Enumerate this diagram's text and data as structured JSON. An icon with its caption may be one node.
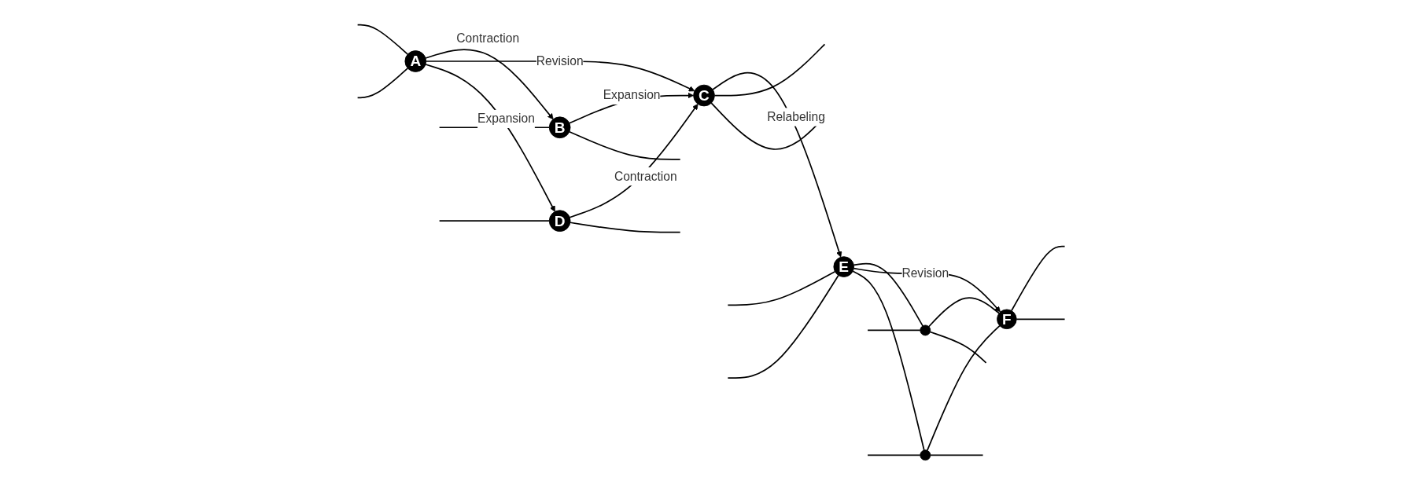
{
  "diagram": {
    "nodes": [
      {
        "text": [
          "A"
        ]
      },
      {
        "text": [
          "B"
        ]
      },
      {
        "text": [
          "C"
        ]
      },
      {
        "text": [
          "D"
        ]
      },
      {
        "text": [
          "E"
        ]
      },
      {
        "text": [],
        "shape": "circle"
      },
      {
        "text": [
          "F"
        ]
      },
      {
        "text": [],
        "shape": "circle"
      }
    ],
    "edges": [
      {
        "from": 0,
        "to": 1,
        "arrow": "to",
        "label": "Contraction"
      },
      {
        "from": 1,
        "to": 2,
        "arrow": "to",
        "label": "Expansion"
      },
      {
        "from": 0,
        "to": 2,
        "arrow": "to",
        "label": "Revision"
      },
      {
        "from": 0,
        "to": 3,
        "arrow": "to",
        "label": "Expansion"
      },
      {
        "from": 3,
        "to": 2,
        "arrow": "to",
        "label": "Contraction"
      },
      {
        "from": 2,
        "to": 4,
        "arrow": "to",
        "label": "Relabeling"
      },
      {
        "from": 4,
        "to": 5,
        "arrow": "none"
      },
      {
        "from": 5,
        "to": 6,
        "arrow": "none"
      },
      {
        "from": 4,
        "to": 6,
        "arrow": "to",
        "label": "Revision"
      },
      {
        "from": 4,
        "to": 7,
        "arrow": "none"
      },
      {
        "from": 7,
        "to": 6,
        "arrow": "none"
      },
      {
        "from": null,
        "to": 0,
        "arrow": "none"
      },
      {
        "from": null,
        "to": 0,
        "arrow": "none"
      },
      {
        "from": null,
        "to": 1,
        "arrow": "none"
      },
      {
        "from": 1,
        "to": null,
        "arrow": "none"
      },
      {
        "from": 2,
        "to": null,
        "arrow": "none"
      },
      {
        "from": 2,
        "to": null,
        "arrow": "none"
      },
      {
        "from": null,
        "to": 3,
        "arrow": "none"
      },
      {
        "from": 3,
        "to": null,
        "arrow": "none"
      },
      {
        "from": null,
        "to": 4,
        "arrow": "none"
      },
      {
        "from": null,
        "to": 4,
        "arrow": "none"
      },
      {
        "from": null,
        "to": 5,
        "arrow": "none"
      },
      {
        "from": 5,
        "to": null,
        "arrow": "none"
      },
      {
        "from": 6,
        "to": null,
        "arrow": "none"
      },
      {
        "from": 6,
        "to": null,
        "arrow": "none"
      },
      {
        "from": null,
        "to": 7,
        "arrow": "none"
      },
      {
        "from": 7,
        "to": null,
        "arrow": "none"
      }
    ]
  }
}
